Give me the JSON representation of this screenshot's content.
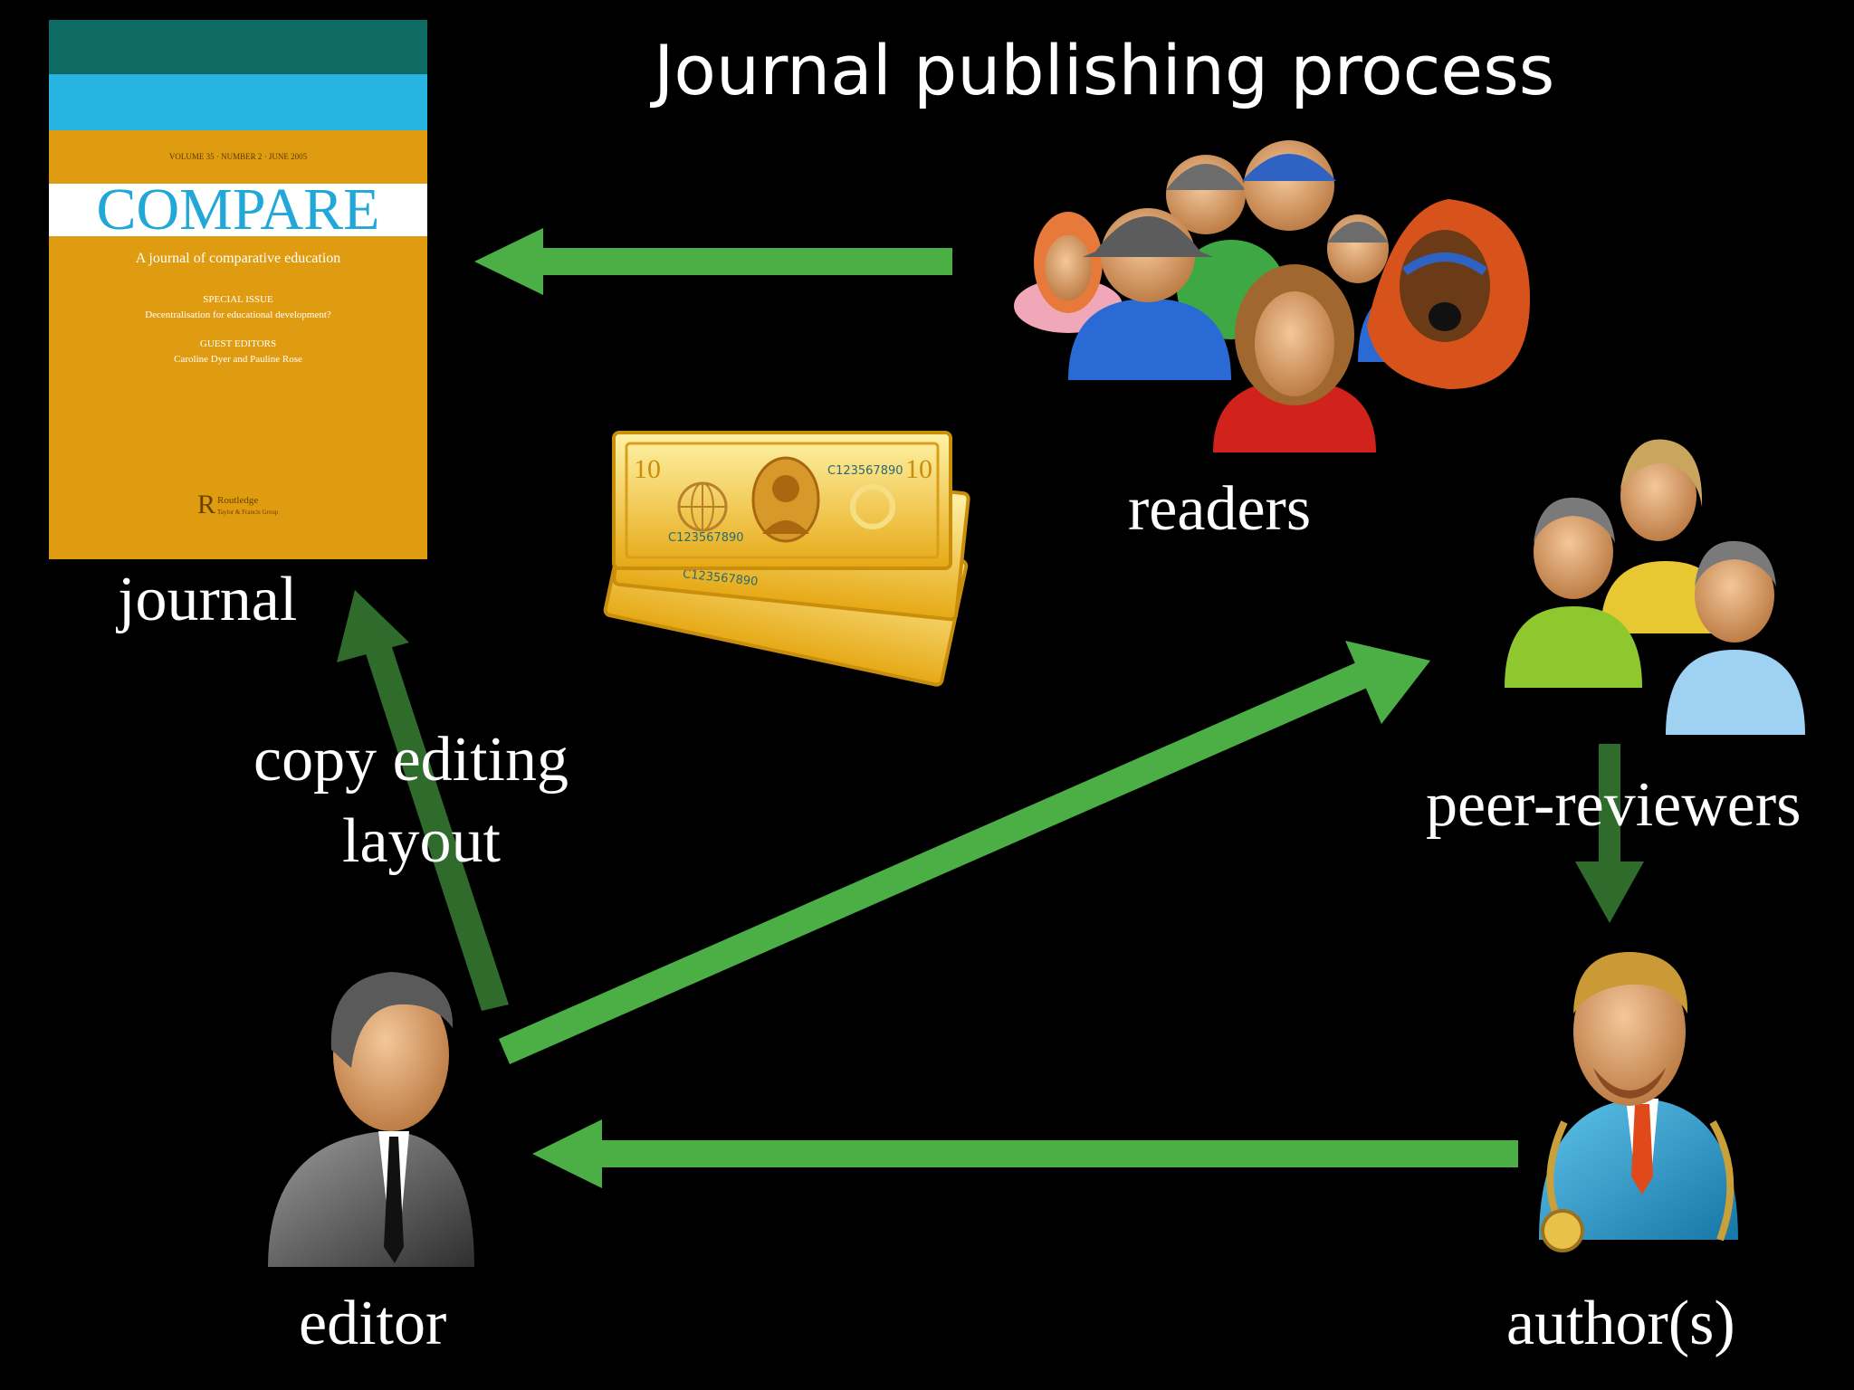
{
  "title": "Journal publishing process",
  "labels": {
    "journal": "journal",
    "readers": "readers",
    "peer_reviewers": "peer-reviewers",
    "editor": "editor",
    "authors": "author(s)",
    "copy_editing": "copy editing",
    "layout": "layout"
  },
  "journal_cover": {
    "masthead": "COMPARE",
    "subtitle": "A journal of comparative education",
    "issue_line": "VOLUME 35 · NUMBER 2 · JUNE 2005",
    "special_issue": "SPECIAL ISSUE",
    "special_topic": "Decentralisation for educational development?",
    "guest_editors_heading": "GUEST EDITORS",
    "guest_editors": "Caroline Dyer and Pauline Rose",
    "publisher": "Routledge",
    "publisher_sub": "Taylor & Francis Group"
  },
  "banknote": {
    "serial": "C123567890",
    "denomination": "10"
  },
  "colors": {
    "background": "#000000",
    "arrow_bright": "#4caf46",
    "arrow_dark": "#2f6b2a",
    "cover_orange": "#e09c10",
    "cover_teal": "#0e6b63",
    "cover_sky": "#27b4e0",
    "cover_title_blue": "#22a8d8"
  },
  "icons": [
    "journal-cover",
    "crowd-of-readers-icon",
    "money-stack-icon",
    "peer-reviewers-group-icon",
    "editor-person-icon",
    "author-doctor-icon",
    "arrow-icon"
  ]
}
